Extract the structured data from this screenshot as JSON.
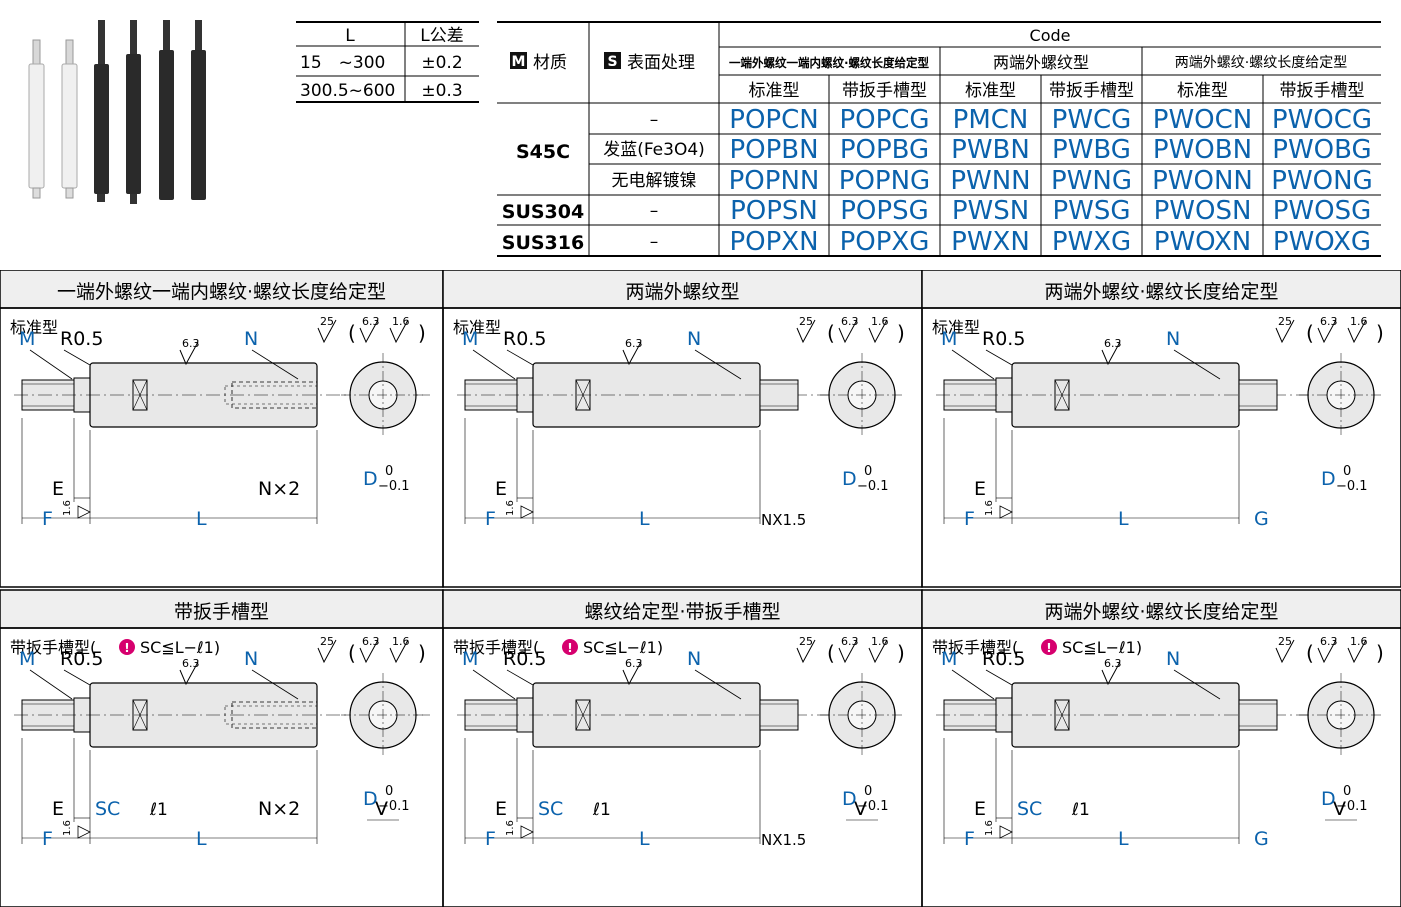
{
  "tol_table": {
    "head": [
      "L",
      "L公差"
    ],
    "rows": [
      [
        "15　~300",
        "±0.2"
      ],
      [
        "300.5~600",
        "±0.3"
      ]
    ]
  },
  "code_table": {
    "material_badge": "M",
    "material": "材质",
    "surface_badge": "S",
    "surface": "表面处理",
    "code": "Code",
    "groups": [
      "一端外螺纹一端内螺纹·螺纹长度给定型",
      "两端外螺纹型",
      "两端外螺纹·螺纹长度给定型"
    ],
    "subs": [
      "标准型",
      "带扳手槽型",
      "标准型",
      "带扳手槽型",
      "标准型",
      "带扳手槽型"
    ],
    "rows": [
      {
        "material": "S45C",
        "surface": "–",
        "codes": [
          "POPCN",
          "POPCG",
          "PMCN",
          "PWCG",
          "PWOCN",
          "PWOCG"
        ]
      },
      {
        "material": "",
        "surface": "发蓝(Fe3O4)",
        "codes": [
          "POPBN",
          "POPBG",
          "PWBN",
          "PWBG",
          "PWOBN",
          "PWOBG"
        ]
      },
      {
        "material": "",
        "surface": "无电解镀镍",
        "codes": [
          "POPNN",
          "POPNG",
          "PWNN",
          "PWNG",
          "PWONN",
          "PWONG"
        ]
      },
      {
        "material": "SUS304",
        "surface": "–",
        "codes": [
          "POPSN",
          "POPSG",
          "PWSN",
          "PWSG",
          "PWOSN",
          "PWOSG"
        ]
      },
      {
        "material": "SUS316",
        "surface": "–",
        "codes": [
          "POPXN",
          "POPXG",
          "PWXN",
          "PWXG",
          "PWOXN",
          "PWOXG"
        ]
      }
    ]
  },
  "sections": [
    {
      "title": "一端外螺纹一端内螺纹·螺纹长度给定型",
      "subtitle": "标准型",
      "right": "N×2",
      "bottom_right": "N×2",
      "wrench": false,
      "internal": true
    },
    {
      "title": "两端外螺纹型",
      "subtitle": "标准型",
      "right": "NX1.5",
      "bottom_right": "NX1.5",
      "wrench": false,
      "internal": false
    },
    {
      "title": "两端外螺纹·螺纹长度给定型",
      "subtitle": "标准型",
      "right": "G",
      "bottom_right": "G",
      "wrench": false,
      "internal": false
    },
    {
      "title": "带扳手槽型",
      "subtitle": "带扳手槽型(",
      "note": "SC≦L−ℓ1)",
      "right": "N×2",
      "bottom_right": "N×2",
      "wrench": true,
      "internal": true
    },
    {
      "title": "螺纹给定型·带扳手槽型",
      "subtitle": "带扳手槽型(",
      "note": "SC≦L−ℓ1)",
      "right": "NX1.5",
      "bottom_right": "NX1.5",
      "wrench": true,
      "internal": false
    },
    {
      "title": "两端外螺纹·螺纹长度给定型",
      "subtitle": "带扳手槽型(",
      "note": "SC≦L−ℓ1)",
      "right": "G",
      "bottom_right": "G",
      "wrench": true,
      "internal": false
    }
  ],
  "labels": {
    "M": "M",
    "R": "R0.5",
    "N": "N",
    "E": "E",
    "F": "F",
    "L": "L",
    "D": "D",
    "SC": "SC",
    "l1": "ℓ1",
    "V": "V",
    "rough": "6.3",
    "rough25": "25",
    "r63": "6.3",
    "r16": "1.6",
    "tol0": "0",
    "tolm": "−0.1",
    "warn": "!"
  },
  "colors": {
    "accent": "#0b62ac",
    "warn": "#d6006e",
    "header_bg": "#efefef"
  }
}
